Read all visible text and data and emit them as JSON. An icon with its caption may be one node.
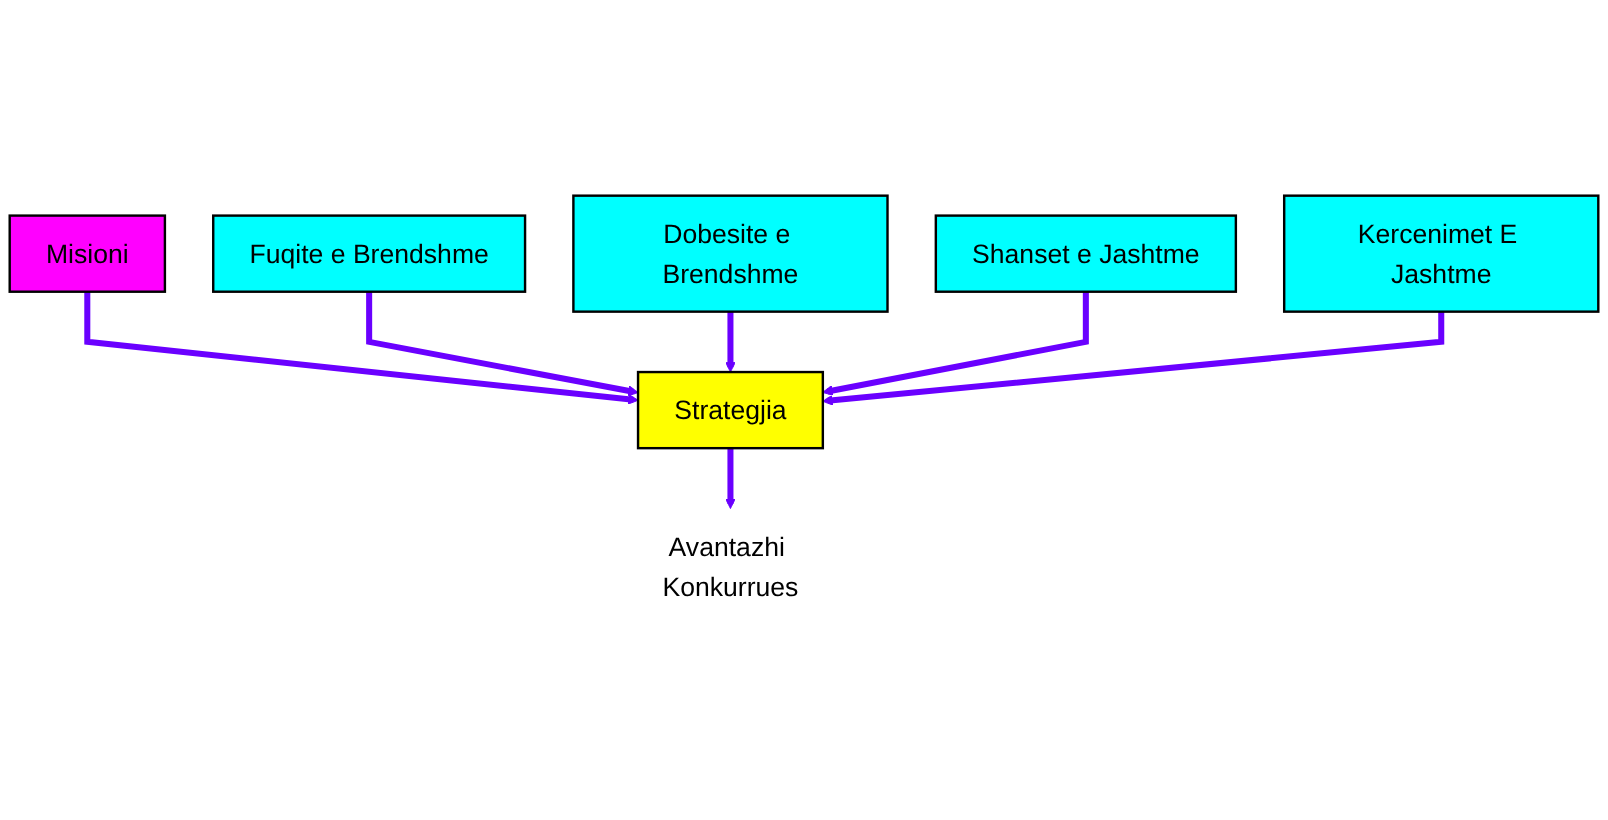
{
  "diagram": {
    "nodes": [
      {
        "text": [
          "Misioni"
        ]
      },
      {
        "text": [
          "Fuqite e Brendshme"
        ]
      },
      {
        "text": [
          "Shanset e Jashtme"
        ]
      },
      {
        "text": [
          "Strategjia"
        ]
      },
      {
        "text": [
          "Dobesite e Brendshme"
        ]
      },
      {
        "text": [
          "Kercenimet E Jashtme"
        ]
      },
      {
        "text": [
          "Avantazhi Konkurrues"
        ]
      }
    ],
    "edges": [
      {
        "from": 0,
        "to": 3,
        "arrow": "to"
      },
      {
        "from": 1,
        "to": 3,
        "arrow": "to"
      },
      {
        "from": 4,
        "to": 3,
        "arrow": "to"
      },
      {
        "from": 2,
        "to": 3,
        "arrow": "to"
      },
      {
        "from": 5,
        "to": 3,
        "arrow": "to"
      },
      {
        "from": 3,
        "to": 6,
        "arrow": "to"
      }
    ]
  }
}
